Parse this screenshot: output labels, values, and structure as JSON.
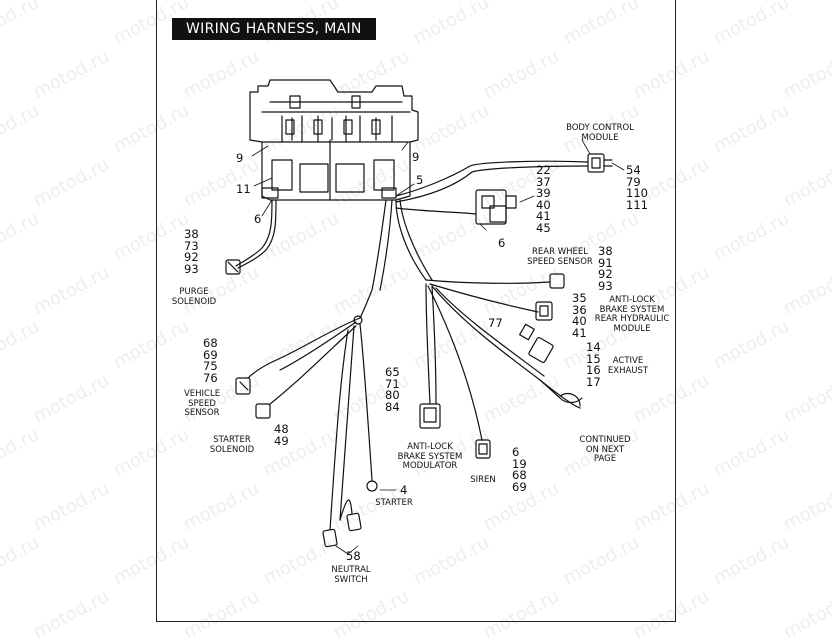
{
  "title": "WIRING HARNESS, MAIN",
  "watermark": "motod.ru",
  "components": {
    "body_control_module": "BODY CONTROL\nMODULE",
    "rear_wheel_speed_sensor": "REAR WHEEL\nSPEED SENSOR",
    "abs_hydraulic_module": "ANTI-LOCK\nBRAKE SYSTEM\nREAR HYDRAULIC\nMODULE",
    "active_exhaust": "ACTIVE\nEXHAUST",
    "continued": "CONTINUED\nON NEXT\nPAGE",
    "purge_solenoid": "PURGE\nSOLENOID",
    "vehicle_speed_sensor": "VEHICLE\nSPEED\nSENSOR",
    "starter_solenoid": "STARTER\nSOLENOID",
    "abs_modulator": "ANTI-LOCK\nBRAKE SYSTEM\nMODULATOR",
    "siren": "SIREN",
    "starter": "STARTER",
    "neutral_switch": "NEUTRAL\nSWITCH"
  },
  "callouts": {
    "left_9": "9",
    "right_9": "9",
    "c11": "11",
    "c5": "5",
    "c6_top": "6",
    "c6_mid": "6",
    "bcm_refs": "54\n79\n110\n111",
    "rwss_upper_refs": "22\n37\n39\n40\n41\n45",
    "rwss_refs": "38\n91\n92\n93",
    "abs_hyd_refs": "35\n36\n40\n41",
    "c77": "77",
    "exhaust_refs": "14\n15\n16\n17",
    "purge_refs": "38\n73\n92\n93",
    "vss_refs": "68\n69\n75\n76",
    "starter_sol_refs": "48\n49",
    "modulator_refs": "65\n71\n80\n84",
    "siren_refs": "6\n19\n68\n69",
    "starter_ref": "4",
    "neutral_ref": "58"
  }
}
